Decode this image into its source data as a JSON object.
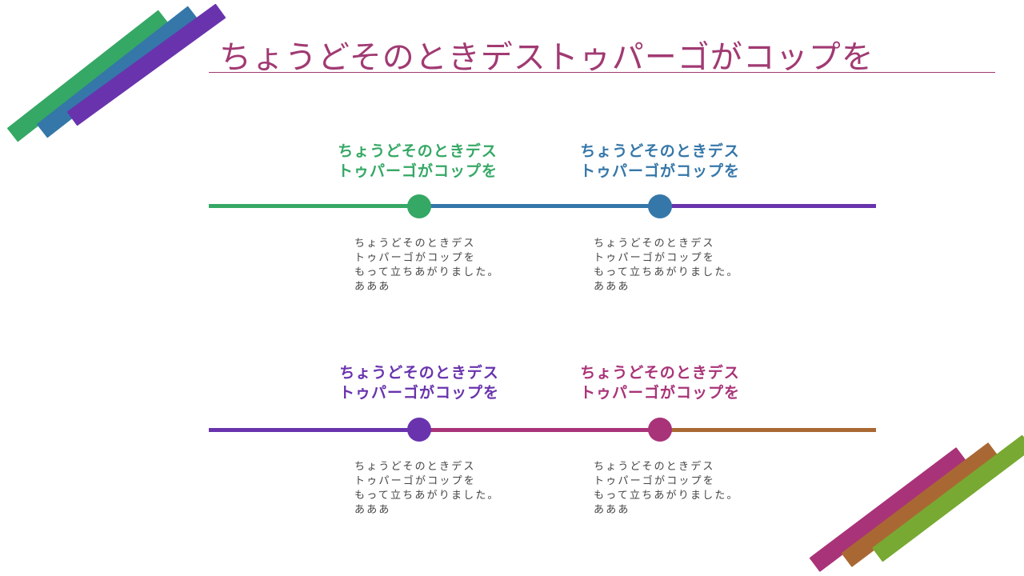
{
  "title": "ちょうどそのときデストゥパーゴがコップを",
  "colors": {
    "green": "#35a865",
    "blue": "#3577a9",
    "purple": "#6933ad",
    "magenta": "#a93378",
    "brown": "#a96833",
    "lime": "#78a933",
    "title": "#a13a73"
  },
  "timeline_rows": [
    {
      "steps": [
        {
          "heading": "ちょうどそのときデス\nトゥパーゴがコップを",
          "description": "ちょうどそのときデス\nトゥパーゴがコップを\nもって立ちあがりました。\nあああ"
        },
        {
          "heading": "ちょうどそのときデス\nトゥパーゴがコップを",
          "description": "ちょうどそのときデス\nトゥパーゴがコップを\nもって立ちあがりました。\nあああ"
        }
      ]
    },
    {
      "steps": [
        {
          "heading": "ちょうどそのときデス\nトゥパーゴがコップを",
          "description": "ちょうどそのときデス\nトゥパーゴがコップを\nもって立ちあがりました。\nあああ"
        },
        {
          "heading": "ちょうどそのときデス\nトゥパーゴがコップを",
          "description": "ちょうどそのときデス\nトゥパーゴがコップを\nもって立ちあがりました。\nあああ"
        }
      ]
    }
  ]
}
